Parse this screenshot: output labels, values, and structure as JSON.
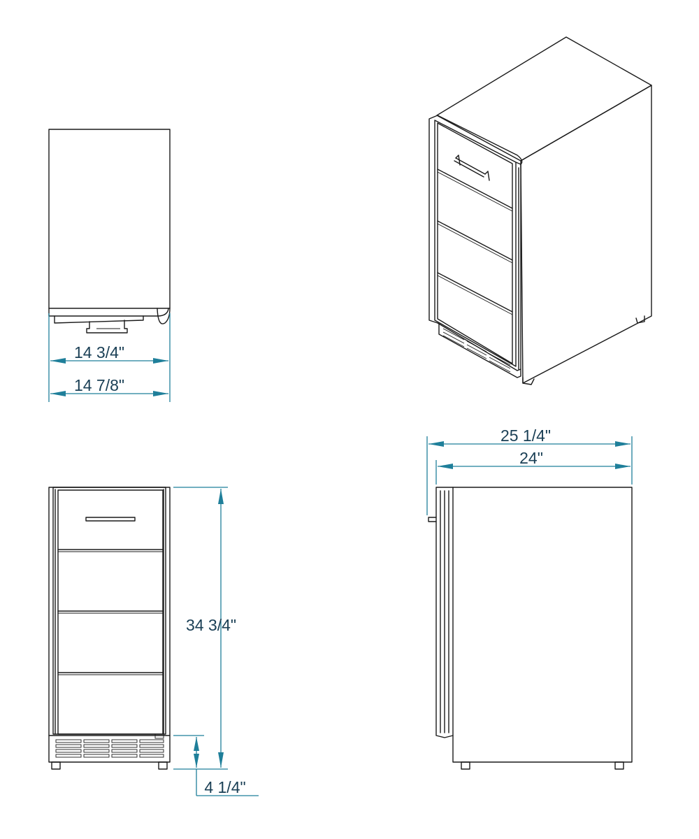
{
  "dimensions": {
    "top_view": {
      "inner_width": "14 3/4\"",
      "outer_width": "14 7/8\""
    },
    "front_view": {
      "height": "34 3/4\"",
      "toe_kick_height": "4 1/4\""
    },
    "side_view": {
      "depth_with_handle": "25 1/4\"",
      "depth": "24\""
    }
  },
  "colors": {
    "dimension_line": "#1f7f9a",
    "dimension_text": "#1a3f55",
    "outline": "#1a1a1a"
  }
}
